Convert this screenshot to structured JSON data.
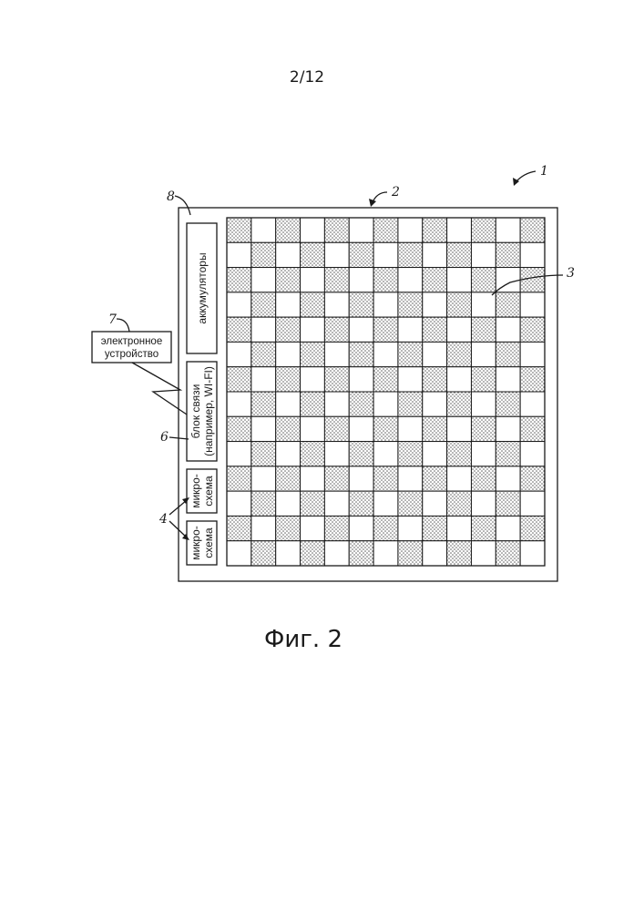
{
  "sheet_number": "2/12",
  "figure_caption": "Фиг. 2",
  "reference_numerals": {
    "device": "1",
    "panel": "2",
    "cell": "3",
    "chips": "4",
    "comm_unit": "6",
    "external_device": "7",
    "side_area": "8"
  },
  "blocks": {
    "batteries": "аккумуляторы",
    "comm_unit_line1": "блок связи",
    "comm_unit_line2": "(например, WI-FI)",
    "chip_upper_line1": "микро-",
    "chip_upper_line2": "схема",
    "chip_lower_line1": "микро-",
    "chip_lower_line2": "схема"
  },
  "external_device": {
    "line1": "электронное",
    "line2": "устройство"
  },
  "grid": {
    "rows": 14,
    "columns": 13,
    "pattern": "checkerboard",
    "shaded_fill": "#b9b9b9",
    "plain_fill": "#ffffff"
  }
}
